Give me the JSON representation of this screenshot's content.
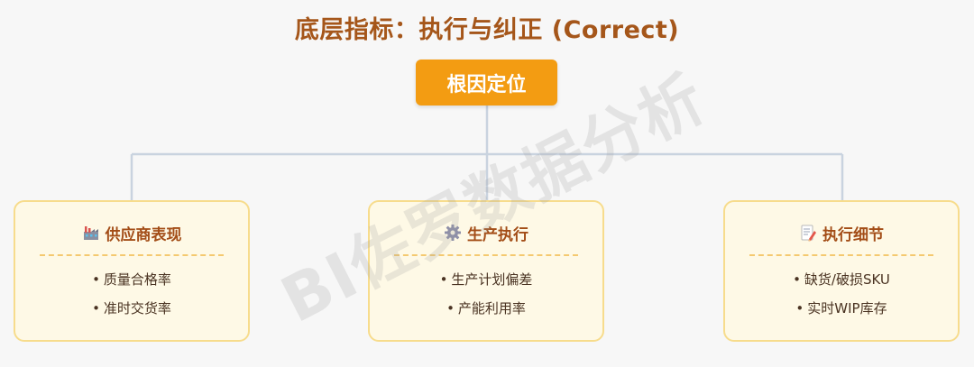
{
  "title": "底层指标：执行与纠正 (Correct)",
  "root": {
    "label": "根因定位"
  },
  "cards": [
    {
      "title": "供应商表现",
      "icon": "factory-icon",
      "items": [
        "质量合格率",
        "准时交货率"
      ]
    },
    {
      "title": "生产执行",
      "icon": "gear-icon",
      "items": [
        "生产计划偏差",
        "产能利用率"
      ]
    },
    {
      "title": "执行细节",
      "icon": "memo-icon",
      "items": [
        "缺货/破损SKU",
        "实时WIP库存"
      ]
    }
  ],
  "bullet": "•",
  "watermark": "BI佐罗数据分析",
  "colors": {
    "title": "#a5561a",
    "root_bg": "#f39c12",
    "card_bg": "#fef9e6",
    "card_border": "#f7dc8c",
    "connector": "#c9d3df"
  }
}
